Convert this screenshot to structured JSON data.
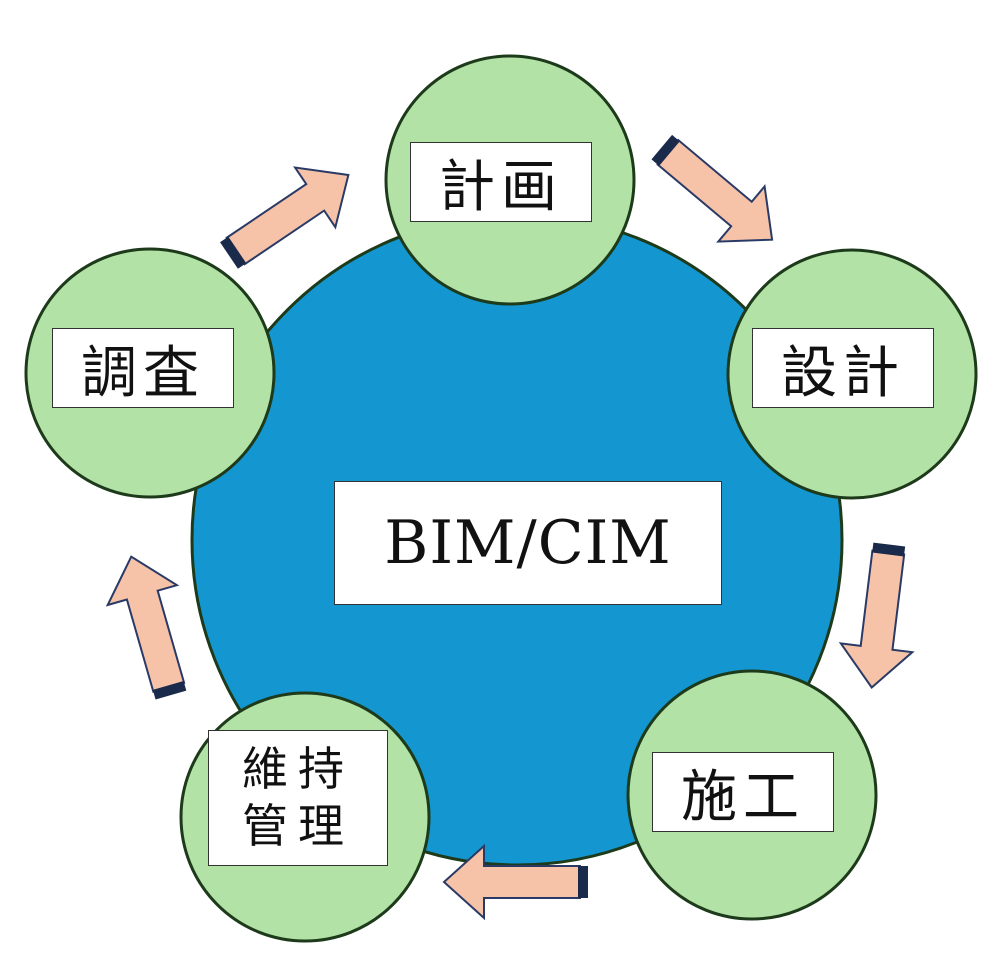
{
  "center": {
    "label": "BIM/CIM"
  },
  "stages": {
    "plan": "計画",
    "design": "設計",
    "construction": "施工",
    "maintenance": "維持\n管理",
    "survey": "調査"
  },
  "colors": {
    "center_fill": "#1497d1",
    "stage_fill": "#b3e2a6",
    "circle_stroke": "#1d3b1b",
    "arrow_fill": "#f6c3a8",
    "arrow_stroke": "#2a3a66"
  }
}
